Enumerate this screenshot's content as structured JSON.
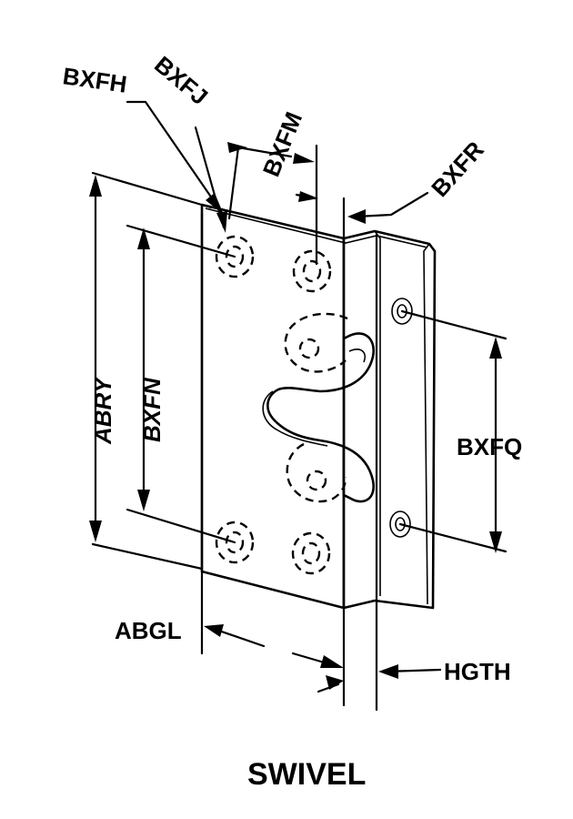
{
  "title": "SWIVEL",
  "labels": {
    "bxfh": "BXFH",
    "bxfj": "BXFJ",
    "bxfm": "BXFM",
    "bxfr": "BXFR",
    "abry": "ABRY",
    "bxfn": "BXFN",
    "bxfq": "BXFQ",
    "abgl": "ABGL",
    "hgth": "HGTH"
  }
}
